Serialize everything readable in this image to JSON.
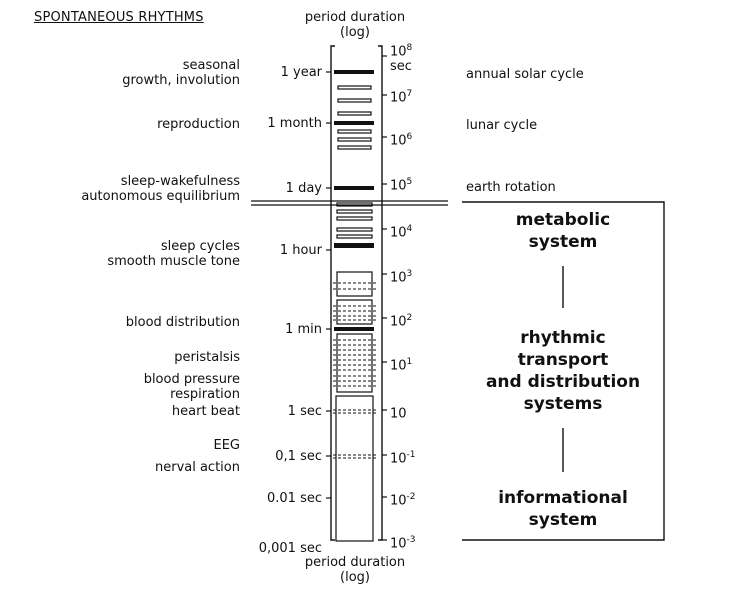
{
  "title": "SPONTANEOUS RHYTHMS",
  "axis": {
    "top_label": [
      "period duration",
      "(log)"
    ],
    "bottom_label": [
      "period duration",
      "(log)"
    ],
    "unit": "sec",
    "powers": [
      {
        "base": "10",
        "exp": "8"
      },
      {
        "base": "10",
        "exp": "7"
      },
      {
        "base": "10",
        "exp": "6"
      },
      {
        "base": "10",
        "exp": "5"
      },
      {
        "base": "10",
        "exp": "4"
      },
      {
        "base": "10",
        "exp": "3"
      },
      {
        "base": "10",
        "exp": "2"
      },
      {
        "base": "10",
        "exp": "1"
      },
      {
        "base": "10",
        "exp": ""
      },
      {
        "base": "10",
        "exp": "-1"
      },
      {
        "base": "10",
        "exp": "-2"
      },
      {
        "base": "10",
        "exp": "-3"
      }
    ],
    "time_labels": [
      "1 year",
      "1 month",
      "1 day",
      "1 hour",
      "1 min",
      "1 sec",
      "0,1 sec",
      "0.01 sec",
      "0,001 sec"
    ]
  },
  "rhythms": [
    [
      "seasonal",
      "growth, involution"
    ],
    [
      "reproduction"
    ],
    [
      "sleep-wakefulness",
      "autonomous equilibrium"
    ],
    [
      "sleep cycles",
      "smooth muscle tone"
    ],
    [
      "blood distribution"
    ],
    [
      "peristalsis"
    ],
    [
      "blood pressure",
      "respiration"
    ],
    [
      "heart beat"
    ],
    [
      "EEG"
    ],
    [
      "nerval action"
    ]
  ],
  "cosmic": [
    "annual solar cycle",
    "lunar cycle",
    "earth rotation"
  ],
  "systems": [
    [
      "metabolic",
      "system"
    ],
    [
      "rhythmic",
      "transport",
      "and distribution",
      "systems"
    ],
    [
      "informational",
      "system"
    ]
  ]
}
